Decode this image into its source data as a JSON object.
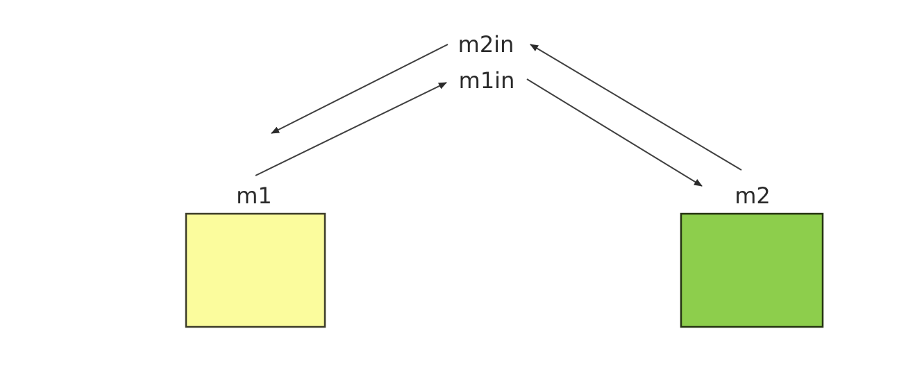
{
  "diagram": {
    "title": "message-flow-diagram",
    "background_color": "#ffffff",
    "line_color": "#3f3f3f",
    "arrowhead_color": "#2b2b2b",
    "text_color": "#2a2a2a",
    "nodes": [
      {
        "id": "m1",
        "label": "m1",
        "fill": "#fbfc9d",
        "border": "#3c3c28"
      },
      {
        "id": "m2",
        "label": "m2",
        "fill": "#8dce4c",
        "border": "#243310"
      }
    ],
    "ports": [
      {
        "id": "m2in",
        "label": "m2in"
      },
      {
        "id": "m1in",
        "label": "m1in"
      }
    ],
    "edges": [
      {
        "from": "m2in",
        "to": "m1"
      },
      {
        "from": "m1",
        "to": "m1in"
      },
      {
        "from": "m2",
        "to": "m2in"
      },
      {
        "from": "m1in",
        "to": "m2"
      }
    ]
  }
}
